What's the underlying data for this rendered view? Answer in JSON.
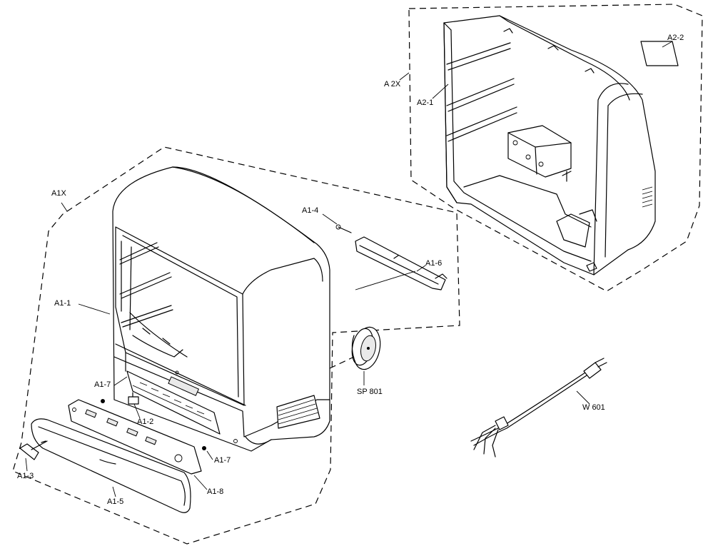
{
  "labels": {
    "a2x": "A 2X",
    "a2_1": "A2-1",
    "a2_2": "A2-2",
    "a1x": "A1X",
    "a1_4": "A1-4",
    "a1_6": "A1-6",
    "a1_1": "A1-1",
    "a1_7_top": "A1-7",
    "a1_2": "A1-2",
    "a1_7_bottom": "A1-7",
    "a1_3": "A1-3",
    "a1_5": "A1-5",
    "a1_8": "A1-8",
    "sp801": "SP 801",
    "w601": "W 601"
  }
}
